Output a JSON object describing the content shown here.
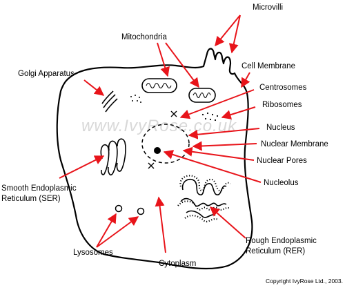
{
  "diagram": {
    "watermark": "www.IvyRose.co.uk",
    "copyright": "Copyright IvyRose Ltd., 2003.",
    "arrow_color": "#e8141a",
    "outline_color": "#000000",
    "labels": {
      "microvilli": "Microvilli",
      "mitochondria": "Mitochondria",
      "golgi": "Golgi Apparatus",
      "cell_membrane": "Cell Membrane",
      "centrosomes": "Centrosomes",
      "ribosomes": "Ribosomes",
      "nucleus": "Nucleus",
      "nuclear_membrane": "Nuclear Membrane",
      "nuclear_pores": "Nuclear Pores",
      "nucleolus": "Nucleolus",
      "ser_line1": "Smooth Endoplasmic",
      "ser_line2": "Reticulum (SER)",
      "rer_line1": "Rough Endoplasmic",
      "rer_line2": "Reticulum (RER)",
      "lysosomes": "Lysosomes",
      "cytoplasm": "Cytoplasm"
    }
  }
}
